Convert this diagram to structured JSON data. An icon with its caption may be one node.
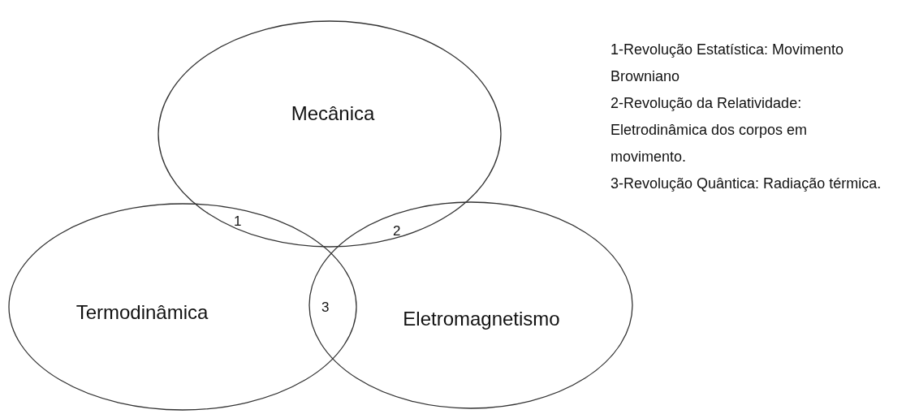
{
  "diagram": {
    "nodes": [
      {
        "text": [
          "Mecânica"
        ]
      },
      {
        "text": [
          "Termodinâmica"
        ]
      },
      {
        "text": [
          "Eletromagnetismo"
        ]
      }
    ],
    "labels": [
      "1",
      "2",
      "3",
      "1-Revolução Estatística: Movimento Browniano",
      "2-Revolução da Relatividade: Eletrodinâmica dos corpos em movimento.",
      "3-Revolução Quântica: Radiação térmica."
    ]
  }
}
